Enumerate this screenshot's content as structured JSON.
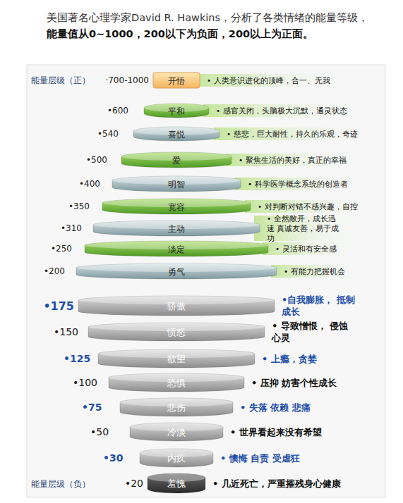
{
  "diagram": {
    "nodes": [
      {
        "text": [
          "开悟",
          "·700-1000",
          "• 人类意识进化的顶峰，合一、无我"
        ]
      },
      {
        "text": [
          "平和",
          "•600",
          "• 感官关闭，头脑极大沉默，通灵状态"
        ]
      },
      {
        "text": [
          "喜悦",
          "•540",
          "• 慈悲，巨大耐性，持久的乐观，奇迹"
        ]
      },
      {
        "text": [
          "爱",
          "•500",
          "• 聚焦生活的美好，真正的幸福"
        ]
      },
      {
        "text": [
          "明智",
          "•400",
          "• 科学医学概念系统的创造者"
        ]
      },
      {
        "text": [
          "宽容",
          "•350",
          "• 对判断对错不感兴趣，自控"
        ]
      },
      {
        "text": [
          "主动",
          "•310",
          "• 全然敞开，成长迅速 真诚友善，易于成功"
        ]
      },
      {
        "text": [
          "淡定",
          "•250",
          "• 灵活和有安全感"
        ]
      },
      {
        "text": [
          "勇气",
          "•200",
          "• 有能力把握机会"
        ]
      },
      {
        "text": [
          "骄傲",
          "•175",
          "•自我膨胀， 抵制成长"
        ]
      },
      {
        "text": [
          "愤怒",
          "•150",
          "• 导致憎恨， 侵蚀心灵"
        ]
      },
      {
        "text": [
          "欲望",
          "•125",
          "• 上瘾，贪婪"
        ]
      },
      {
        "text": [
          "恐惧",
          "•100",
          "• 压抑 妨害个性成长"
        ]
      },
      {
        "text": [
          "悲伤",
          "•75",
          "• 失落 依赖 悲痛"
        ]
      },
      {
        "text": [
          "冷淡",
          "•50",
          "• 世界看起来没有希望"
        ]
      },
      {
        "text": [
          "内疚",
          "•30",
          "• 懊悔 自责 受虐狂"
        ]
      },
      {
        "text": [
          "羞愧",
          "•20",
          "• 几近死亡，严重摧残身心健康"
        ]
      }
    ],
    "labels": [
      "美国著名心理学家David R. Hawkins，分析了各类情绪的能量等级，",
      "能量值从0~1000，200以下为负面，200以上为正面。",
      "能量层级（正）",
      "能量层级（负）"
    ]
  }
}
